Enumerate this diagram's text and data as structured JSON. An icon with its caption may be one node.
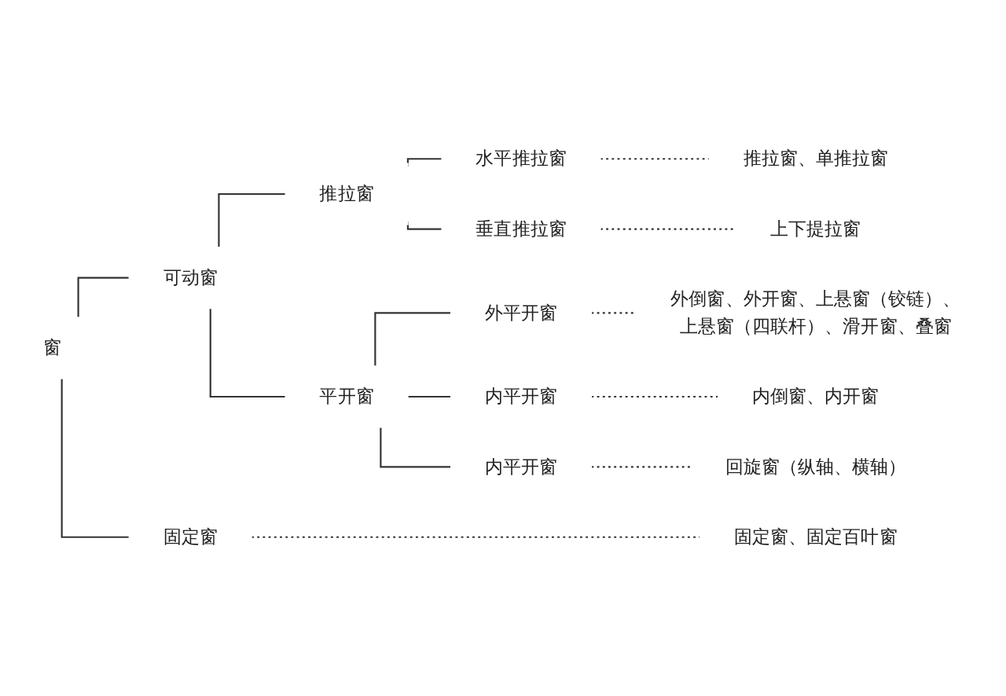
{
  "diagram": {
    "nodes": [
      {
        "text": [
          "窗"
        ]
      },
      {
        "text": [
          "可动窗"
        ]
      },
      {
        "text": [
          "推拉窗"
        ]
      },
      {
        "text": [
          "水平推拉窗"
        ]
      },
      {
        "text": [
          "推拉窗、单推拉窗"
        ]
      },
      {
        "text": [
          "垂直推拉窗"
        ]
      },
      {
        "text": [
          "上下提拉窗"
        ]
      },
      {
        "text": [
          "平开窗"
        ]
      },
      {
        "text": [
          "外平开窗"
        ]
      },
      {
        "text": [
          "外倒窗、外开窗、上悬窗（铰链）、上悬窗（四联杆）、滑开窗、叠窗"
        ]
      },
      {
        "text": [
          "内平开窗"
        ]
      },
      {
        "text": [
          "内倒窗、内开窗"
        ]
      },
      {
        "text": [
          "内平开窗"
        ]
      },
      {
        "text": [
          "回旋窗（纵轴、横轴）"
        ]
      },
      {
        "text": [
          "固定窗"
        ]
      },
      {
        "text": [
          "固定窗、固定百叶窗"
        ]
      }
    ],
    "edges": [
      {
        "from": 0,
        "to": 1,
        "arrow": "none"
      },
      {
        "from": 0,
        "to": 14,
        "arrow": "none"
      },
      {
        "from": 1,
        "to": 2,
        "arrow": "none"
      },
      {
        "from": 1,
        "to": 7,
        "arrow": "none"
      },
      {
        "from": 2,
        "to": 3,
        "arrow": "none"
      },
      {
        "from": 2,
        "to": 5,
        "arrow": "none"
      },
      {
        "from": 3,
        "to": 4,
        "arrow": "none",
        "style": "dashed"
      },
      {
        "from": 5,
        "to": 6,
        "arrow": "none",
        "style": "dashed"
      },
      {
        "from": 7,
        "to": 8,
        "arrow": "none"
      },
      {
        "from": 7,
        "to": 10,
        "arrow": "none"
      },
      {
        "from": 7,
        "to": 12,
        "arrow": "none"
      },
      {
        "from": 8,
        "to": 9,
        "arrow": "none",
        "style": "dashed"
      },
      {
        "from": 10,
        "to": 11,
        "arrow": "none",
        "style": "dashed"
      },
      {
        "from": 12,
        "to": 13,
        "arrow": "none",
        "style": "dashed"
      },
      {
        "from": 14,
        "to": 15,
        "arrow": "none",
        "style": "dashed"
      }
    ]
  }
}
